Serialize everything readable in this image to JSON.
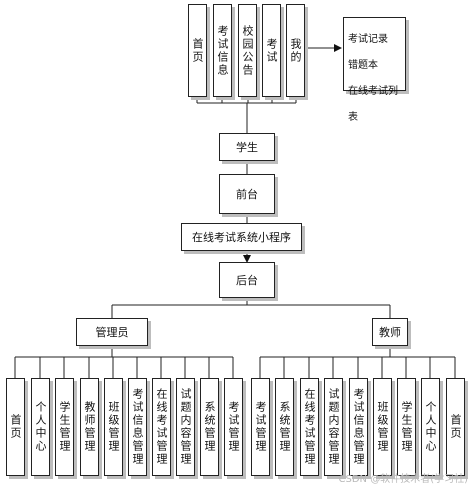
{
  "top_modules": [
    "首页",
    "考试信息",
    "校园公告",
    "考试",
    "我的"
  ],
  "note_lines": [
    "考试记录",
    "错题本",
    "在线考试列",
    "表"
  ],
  "student": "学生",
  "frontend": "前台",
  "system": "在线考试系统小程序",
  "backend": "后台",
  "admin": "管理员",
  "teacher": "教师",
  "admin_modules": [
    "首页",
    "个人中心",
    "学生管理",
    "教师管理",
    "班级管理",
    "考试信息管理",
    "在线考试管理",
    "试题内容管理",
    "系统管理",
    "考试管理"
  ],
  "teacher_modules": [
    "考试管理",
    "系统管理",
    "在线考试管理",
    "试题内容管理",
    "考试信息管理",
    "班级管理",
    "学生管理",
    "个人中心",
    "首页"
  ],
  "watermark": "CSDN @软件技术者(学习社)"
}
